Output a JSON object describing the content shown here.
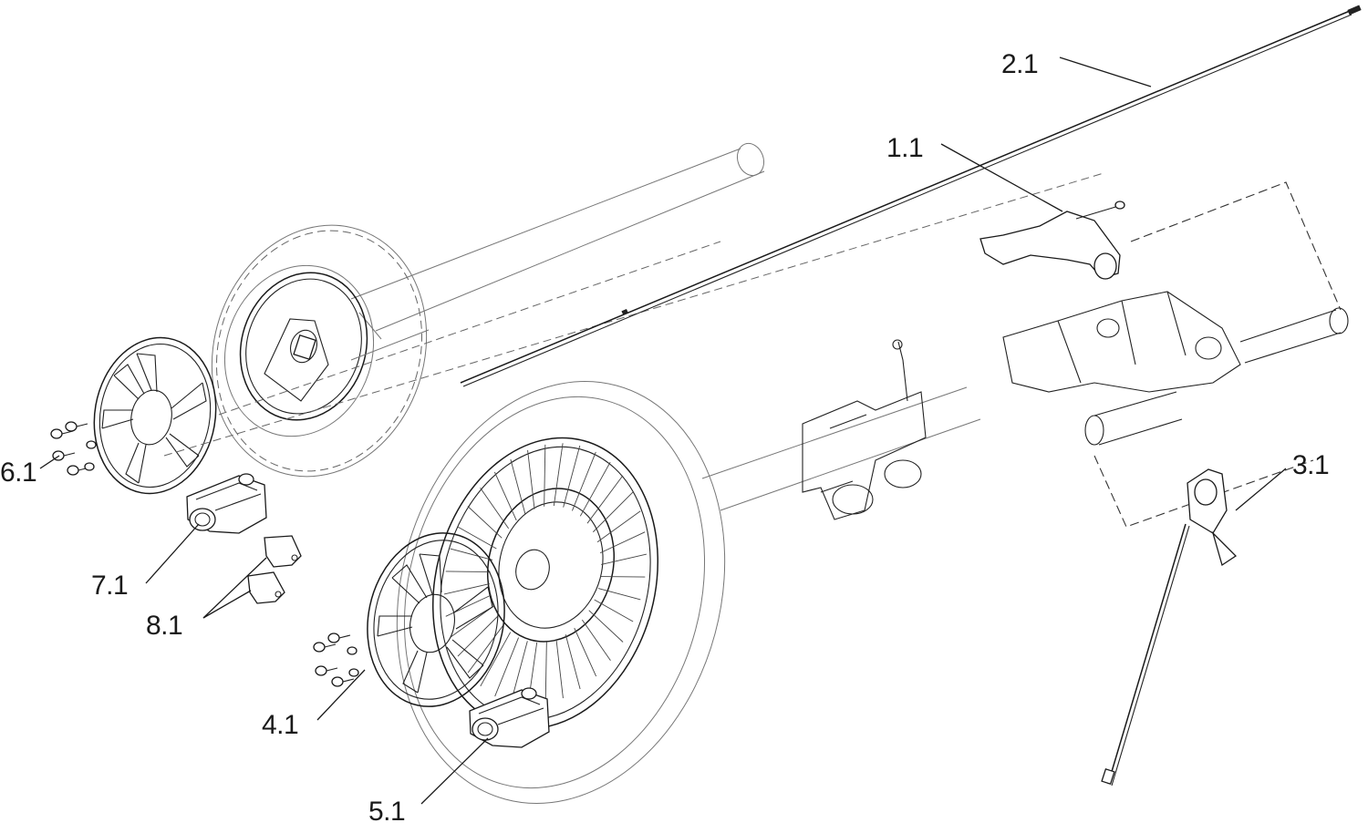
{
  "diagram": {
    "callouts": {
      "c_1_1": "1.1",
      "c_2_1": "2.1",
      "c_3_1": "3.1",
      "c_4_1": "4.1",
      "c_5_1": "5.1",
      "c_6_1": "6.1",
      "c_7_1": "7.1",
      "c_8_1": "8.1"
    }
  }
}
